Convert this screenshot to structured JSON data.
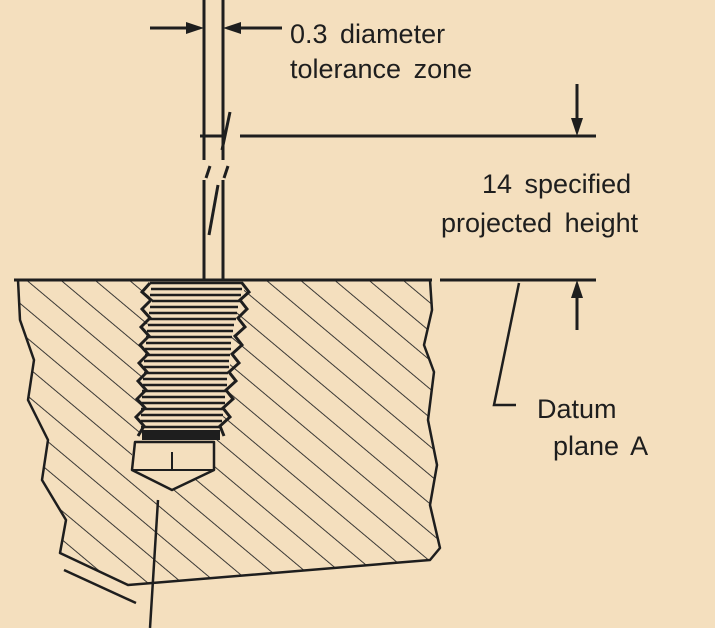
{
  "labels": {
    "tolerance_zone": [
      "0.3 diameter",
      "tolerance zone"
    ],
    "projected_height": [
      "14 specified",
      "projected height"
    ],
    "datum_plane": [
      "Datum",
      "plane A"
    ]
  },
  "colors": {
    "background": "#f4dfbe",
    "ink": "#1e1e1e"
  }
}
